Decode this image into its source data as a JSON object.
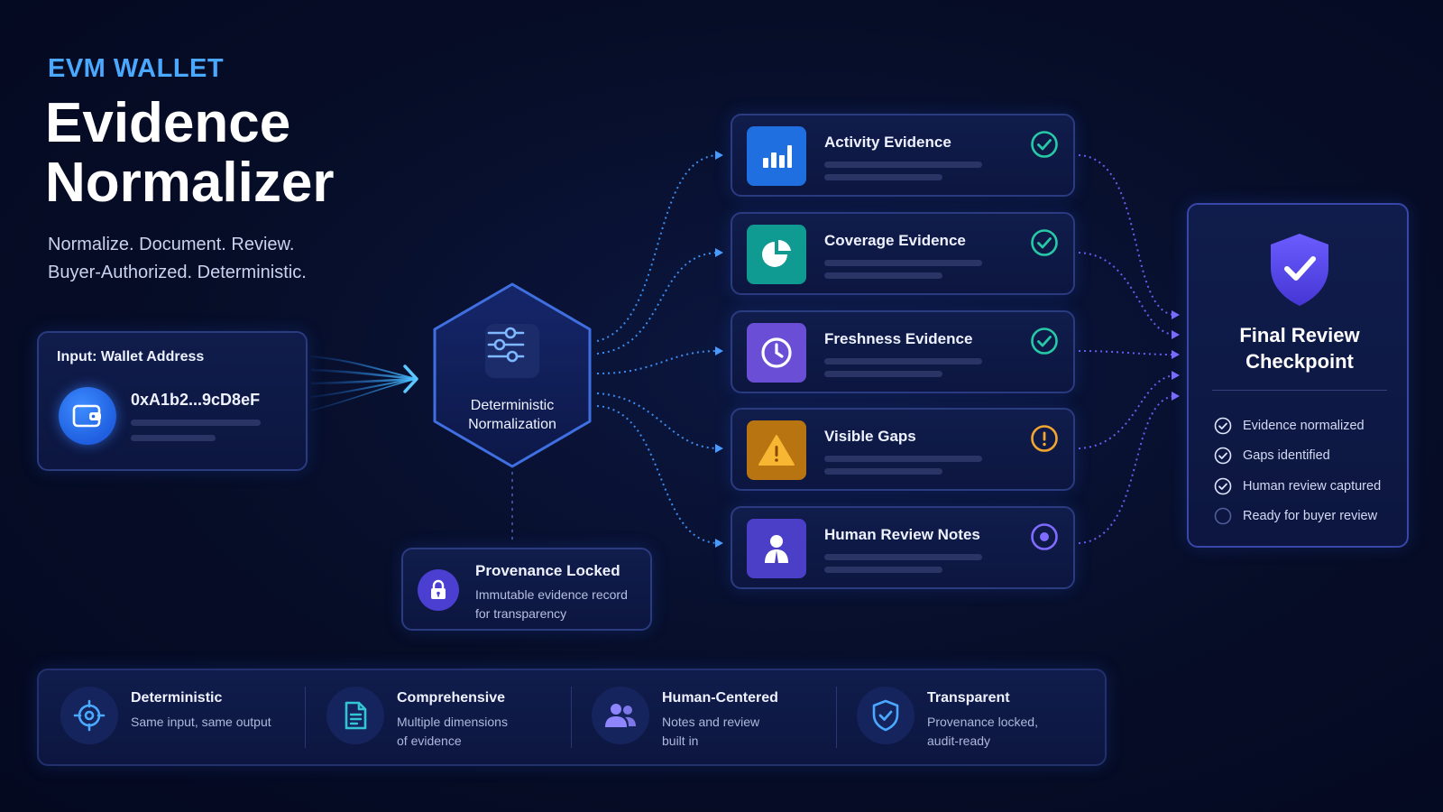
{
  "header": {
    "kicker": "EVM WALLET",
    "title_line1": "Evidence",
    "title_line2": "Normalizer",
    "subtitle_line1": "Normalize. Document. Review.",
    "subtitle_line2": "Buyer-Authorized. Deterministic."
  },
  "input": {
    "label": "Input: Wallet Address",
    "address": "0xA1b2...9cD8eF",
    "icon": "wallet-icon"
  },
  "hub": {
    "label_line1": "Deterministic",
    "label_line2": "Normalization",
    "icon": "sliders-icon"
  },
  "provenance": {
    "title": "Provenance Locked",
    "desc_line1": "Immutable evidence record",
    "desc_line2": "for transparency",
    "icon": "lock-icon"
  },
  "evidence": [
    {
      "title": "Activity Evidence",
      "icon": "bar-chart-icon",
      "status": "check",
      "color": "#1f6fe0"
    },
    {
      "title": "Coverage Evidence",
      "icon": "pie-chart-icon",
      "status": "check",
      "color": "#0f9a92"
    },
    {
      "title": "Freshness Evidence",
      "icon": "clock-icon",
      "status": "check",
      "color": "#6a4fd6"
    },
    {
      "title": "Visible Gaps",
      "icon": "warning-icon",
      "status": "warning",
      "color": "#b87410"
    },
    {
      "title": "Human Review Notes",
      "icon": "person-icon",
      "status": "pending",
      "color": "#4b3fc8"
    }
  ],
  "final": {
    "title_line1": "Final Review",
    "title_line2": "Checkpoint",
    "icon": "shield-check-icon",
    "items": [
      {
        "label": "Evidence normalized",
        "done": true
      },
      {
        "label": "Gaps identified",
        "done": true
      },
      {
        "label": "Human review captured",
        "done": true
      },
      {
        "label": "Ready for buyer review",
        "done": false
      }
    ]
  },
  "features": [
    {
      "title": "Deterministic",
      "desc_line1": "Same input, same output",
      "desc_line2": "",
      "icon": "target-icon"
    },
    {
      "title": "Comprehensive",
      "desc_line1": "Multiple dimensions",
      "desc_line2": "of evidence",
      "icon": "document-icon"
    },
    {
      "title": "Human-Centered",
      "desc_line1": "Notes and review",
      "desc_line2": "built in",
      "icon": "users-icon"
    },
    {
      "title": "Transparent",
      "desc_line1": "Provenance locked,",
      "desc_line2": "audit-ready",
      "icon": "shield-icon"
    }
  ],
  "colors": {
    "accent": "#4aa8ff",
    "check": "#27c9a7",
    "warning": "#f2a531",
    "pending": "#7f6bff",
    "background": "#060d27"
  }
}
